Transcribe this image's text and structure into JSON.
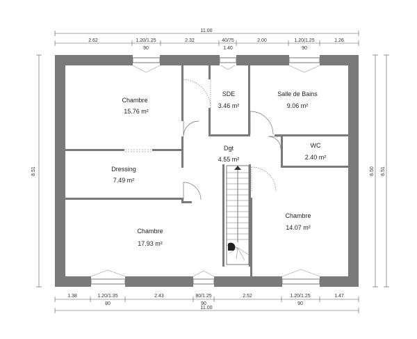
{
  "rooms": [
    {
      "id": "chambre-1",
      "name": "Chambre",
      "area": "15.76 m²"
    },
    {
      "id": "sde",
      "name": "SDE",
      "area": "3.46 m²"
    },
    {
      "id": "salle-de-bains",
      "name": "Salle de Bains",
      "area": "9.06 m²"
    },
    {
      "id": "dgt",
      "name": "Dgt",
      "area": "4.55 m²"
    },
    {
      "id": "wc",
      "name": "WC",
      "area": "2.40 m²"
    },
    {
      "id": "dressing",
      "name": "Dressing",
      "area": "7.49 m²"
    },
    {
      "id": "chambre-2",
      "name": "Chambre",
      "area": "17.93 m²"
    },
    {
      "id": "chambre-3",
      "name": "Chambre",
      "area": "14.07 m²"
    }
  ],
  "dims_top": {
    "total": "11.00",
    "segments": [
      "2.62",
      "1.20/1.25",
      "2.32",
      "40/75",
      "2.00",
      "1.20/1.25",
      "1.26"
    ],
    "sub": [
      "90",
      "1.40",
      "90"
    ]
  },
  "dims_bottom": {
    "total": "11.00",
    "segments": [
      "1.38",
      "1.20/1.35",
      "2.43",
      "80/1.25",
      "2.52",
      "1.20/1.25",
      "1.47"
    ],
    "sub": [
      "80",
      "90",
      "90"
    ]
  },
  "dims_left": {
    "total": "8.51"
  },
  "dims_right": {
    "inner": "8.50",
    "outer": "8.51"
  },
  "colors": {
    "wall": "#7a7a7a",
    "dim_line": "#555555",
    "window": "#ffffff"
  }
}
